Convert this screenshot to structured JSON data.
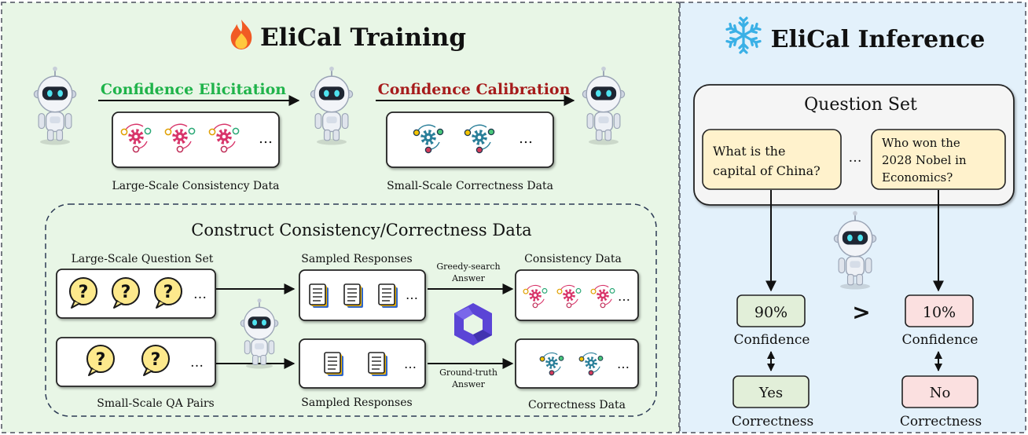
{
  "training": {
    "title": "EliCal Training",
    "stage1_label": "Confidence Elicitation",
    "stage2_label": "Confidence Calibration",
    "large_data_caption": "Large-Scale Consistency Data",
    "small_data_caption": "Small-Scale Correctness Data",
    "ellipsis": "…"
  },
  "construct": {
    "title": "Construct Consistency/Correctness Data",
    "question_set_label": "Large-Scale Question Set",
    "qa_pairs_label": "Small-Scale QA Pairs",
    "sampled_top_label": "Sampled Responses",
    "sampled_bottom_label": "Sampled Responses",
    "greedy_line1": "Greedy-search",
    "greedy_line2": "Answer",
    "gt_line1": "Ground-truth",
    "gt_line2": "Answer",
    "consistency_label": "Consistency Data",
    "correctness_label": "Correctness Data",
    "question_mark": "?"
  },
  "inference": {
    "title": "EliCal Inference",
    "question_set_title": "Question Set",
    "q1_lines": [
      "What is the",
      "capital of China?"
    ],
    "q2_lines": [
      "Who won the",
      "2028 Nobel in",
      "Economics?"
    ],
    "left_confidence_value": "90%",
    "right_confidence_value": "10%",
    "compare_symbol": ">",
    "confidence_label_left": "Confidence",
    "confidence_label_right": "Confidence",
    "left_correctness_value": "Yes",
    "right_correctness_value": "No",
    "correctness_label_left": "Correctness",
    "correctness_label_right": "Correctness"
  },
  "colors": {
    "training_bg": "#e8f6e6",
    "inference_bg": "#e3f1fb",
    "elicitation_green": "#1fb34a",
    "calibration_red": "#a61c1c",
    "pink_gear": "#d8356a",
    "teal_gear": "#2a7f99",
    "confidence_green": "#e2efd9",
    "confidence_red": "#fbe0e0",
    "question_fill": "#fff2cc",
    "qmark_fill": "#fde98c",
    "logo_purple": "#5b45d6"
  },
  "icons": [
    "robot-icon",
    "fire-icon",
    "snowflake-icon",
    "gear-icon",
    "speech-question-icon",
    "document-stack-icon",
    "qwen-logo-icon"
  ]
}
